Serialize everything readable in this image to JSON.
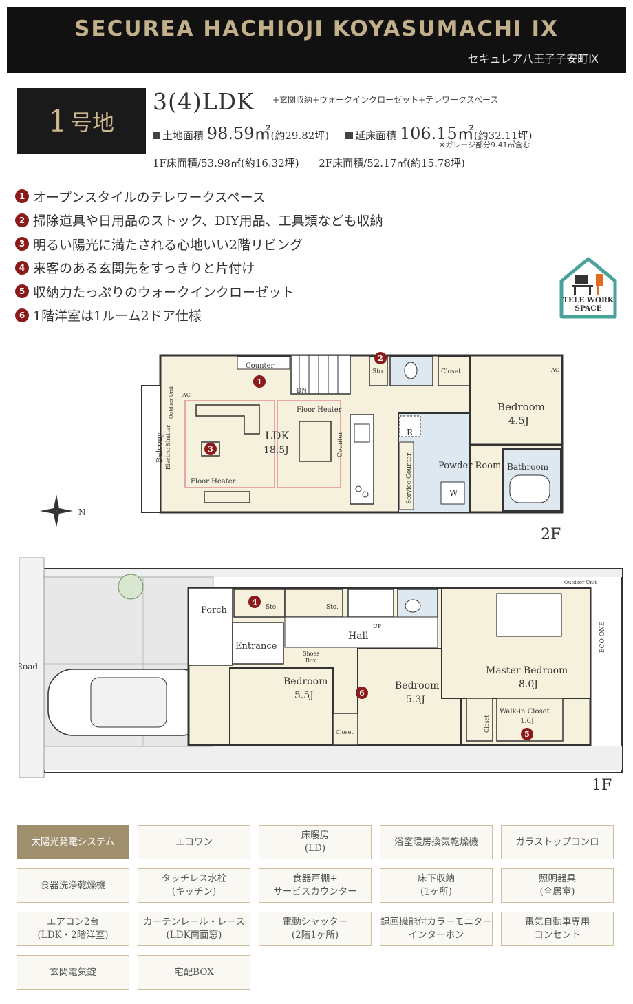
{
  "header": {
    "title_en": "SECUREA HACHIOJI KOYASUMACHI IX",
    "title_ja": "セキュレア八王子子安町Ⅸ"
  },
  "lot": {
    "number": "1",
    "suffix": "号地"
  },
  "plan": {
    "type": "3(4)LDK",
    "extra": "+玄関収納+ウォークインクローゼット+テレワークスペース",
    "land_label": "土地面積",
    "land_value": "98.59㎡",
    "land_tsubo": "(約29.82坪)",
    "floor_label": "延床面積",
    "floor_value": "106.15㎡",
    "floor_tsubo": "(約32.11坪)",
    "garage_note": "※ガレージ部分9.41㎡含む",
    "f1_area": "1F床面積/53.98㎡(約16.32坪)",
    "f2_area": "2F床面積/52.17㎡(約15.78坪)"
  },
  "features": [
    {
      "n": "1",
      "text": "オープンスタイルのテレワークスペース"
    },
    {
      "n": "2",
      "text": "掃除道具や日用品のストック、DIY用品、工具類なども収納"
    },
    {
      "n": "3",
      "text": "明るい陽光に満たされる心地いい2階リビング"
    },
    {
      "n": "4",
      "text": "来客のある玄関先をすっきりと片付け"
    },
    {
      "n": "5",
      "text": "収納力たっぷりのウォークインクローゼット"
    },
    {
      "n": "6",
      "text": "1階洋室は1ルーム2ドア仕様"
    }
  ],
  "telework": {
    "line1": "TELE WORK",
    "line2": "SPACE"
  },
  "floor2": {
    "label": "2F",
    "counter": "Counter",
    "sto": "Sto.",
    "closet": "Closet",
    "bedroom": "Bedroom",
    "bedroom_size": "4.5J",
    "ac": "AC",
    "outdoor_unit": "Outdoor Unit",
    "dn": "DN",
    "floor_heater_a": "Floor Heater",
    "floor_heater_b": "Floor Heater",
    "ldk": "LDK",
    "ldk_size": "18.5J",
    "counter_v": "Counter",
    "r": "R",
    "powder_room": "Powder Room",
    "w": "W",
    "bathroom": "Bathroom",
    "service_counter": "Service Counter",
    "balcony": "Balcony",
    "electric_shutter": "Electric Shutter"
  },
  "floor1": {
    "label": "1F",
    "road": "Road",
    "porch": "Porch",
    "sto_a": "Sto.",
    "sto_b": "Sto.",
    "entrance": "Entrance",
    "shoes_box_1": "Shoes",
    "shoes_box_2": "Box",
    "hall": "Hall",
    "up": "UP",
    "bedroom_a": "Bedroom",
    "bedroom_a_size": "5.5J",
    "bedroom_b": "Bedroom",
    "bedroom_b_size": "5.3J",
    "closet_a": "Closet",
    "closet_b": "Closet",
    "master": "Master Bedroom",
    "master_size": "8.0J",
    "wic": "Walk-in Closet",
    "wic_size": "1.6J",
    "outdoor_unit": "Outdoor Unit",
    "eco_one": "ECO ONE"
  },
  "compass": {
    "n": "N"
  },
  "equipment": [
    {
      "l1": "太陽光発電システム",
      "l2": "",
      "hl": true
    },
    {
      "l1": "エコワン",
      "l2": ""
    },
    {
      "l1": "床暖房",
      "l2": "(LD)"
    },
    {
      "l1": "浴室暖房換気乾燥機",
      "l2": ""
    },
    {
      "l1": "ガラストップコンロ",
      "l2": ""
    },
    {
      "l1": "食器洗浄乾燥機",
      "l2": ""
    },
    {
      "l1": "タッチレス水栓",
      "l2": "(キッチン)"
    },
    {
      "l1": "食器戸棚+",
      "l2": "サービスカウンター"
    },
    {
      "l1": "床下収納",
      "l2": "(1ヶ所)"
    },
    {
      "l1": "照明器具",
      "l2": "(全居室)"
    },
    {
      "l1": "エアコン2台",
      "l2": "(LDK・2階洋室)"
    },
    {
      "l1": "カーテンレール・レース",
      "l2": "(LDK南面窓)"
    },
    {
      "l1": "電動シャッター",
      "l2": "(2階1ヶ所)"
    },
    {
      "l1": "録画機能付カラーモニター",
      "l2": "インターホン"
    },
    {
      "l1": "電気自動車専用",
      "l2": "コンセント"
    },
    {
      "l1": "玄関電気錠",
      "l2": ""
    },
    {
      "l1": "宅配BOX",
      "l2": ""
    }
  ],
  "colors": {
    "room_fill": "#f5f1dc",
    "wet_fill": "#dde8f0",
    "wall": "#333333",
    "gold": "#c2b08a",
    "badge": "#8b1a1a"
  }
}
